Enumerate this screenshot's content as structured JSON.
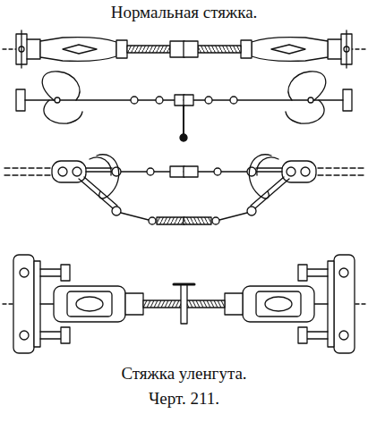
{
  "diagram": {
    "title": "Нормальная стяжка.",
    "caption": "Стяжка уленгута.",
    "labels": [
      "Черт. 211."
    ]
  }
}
